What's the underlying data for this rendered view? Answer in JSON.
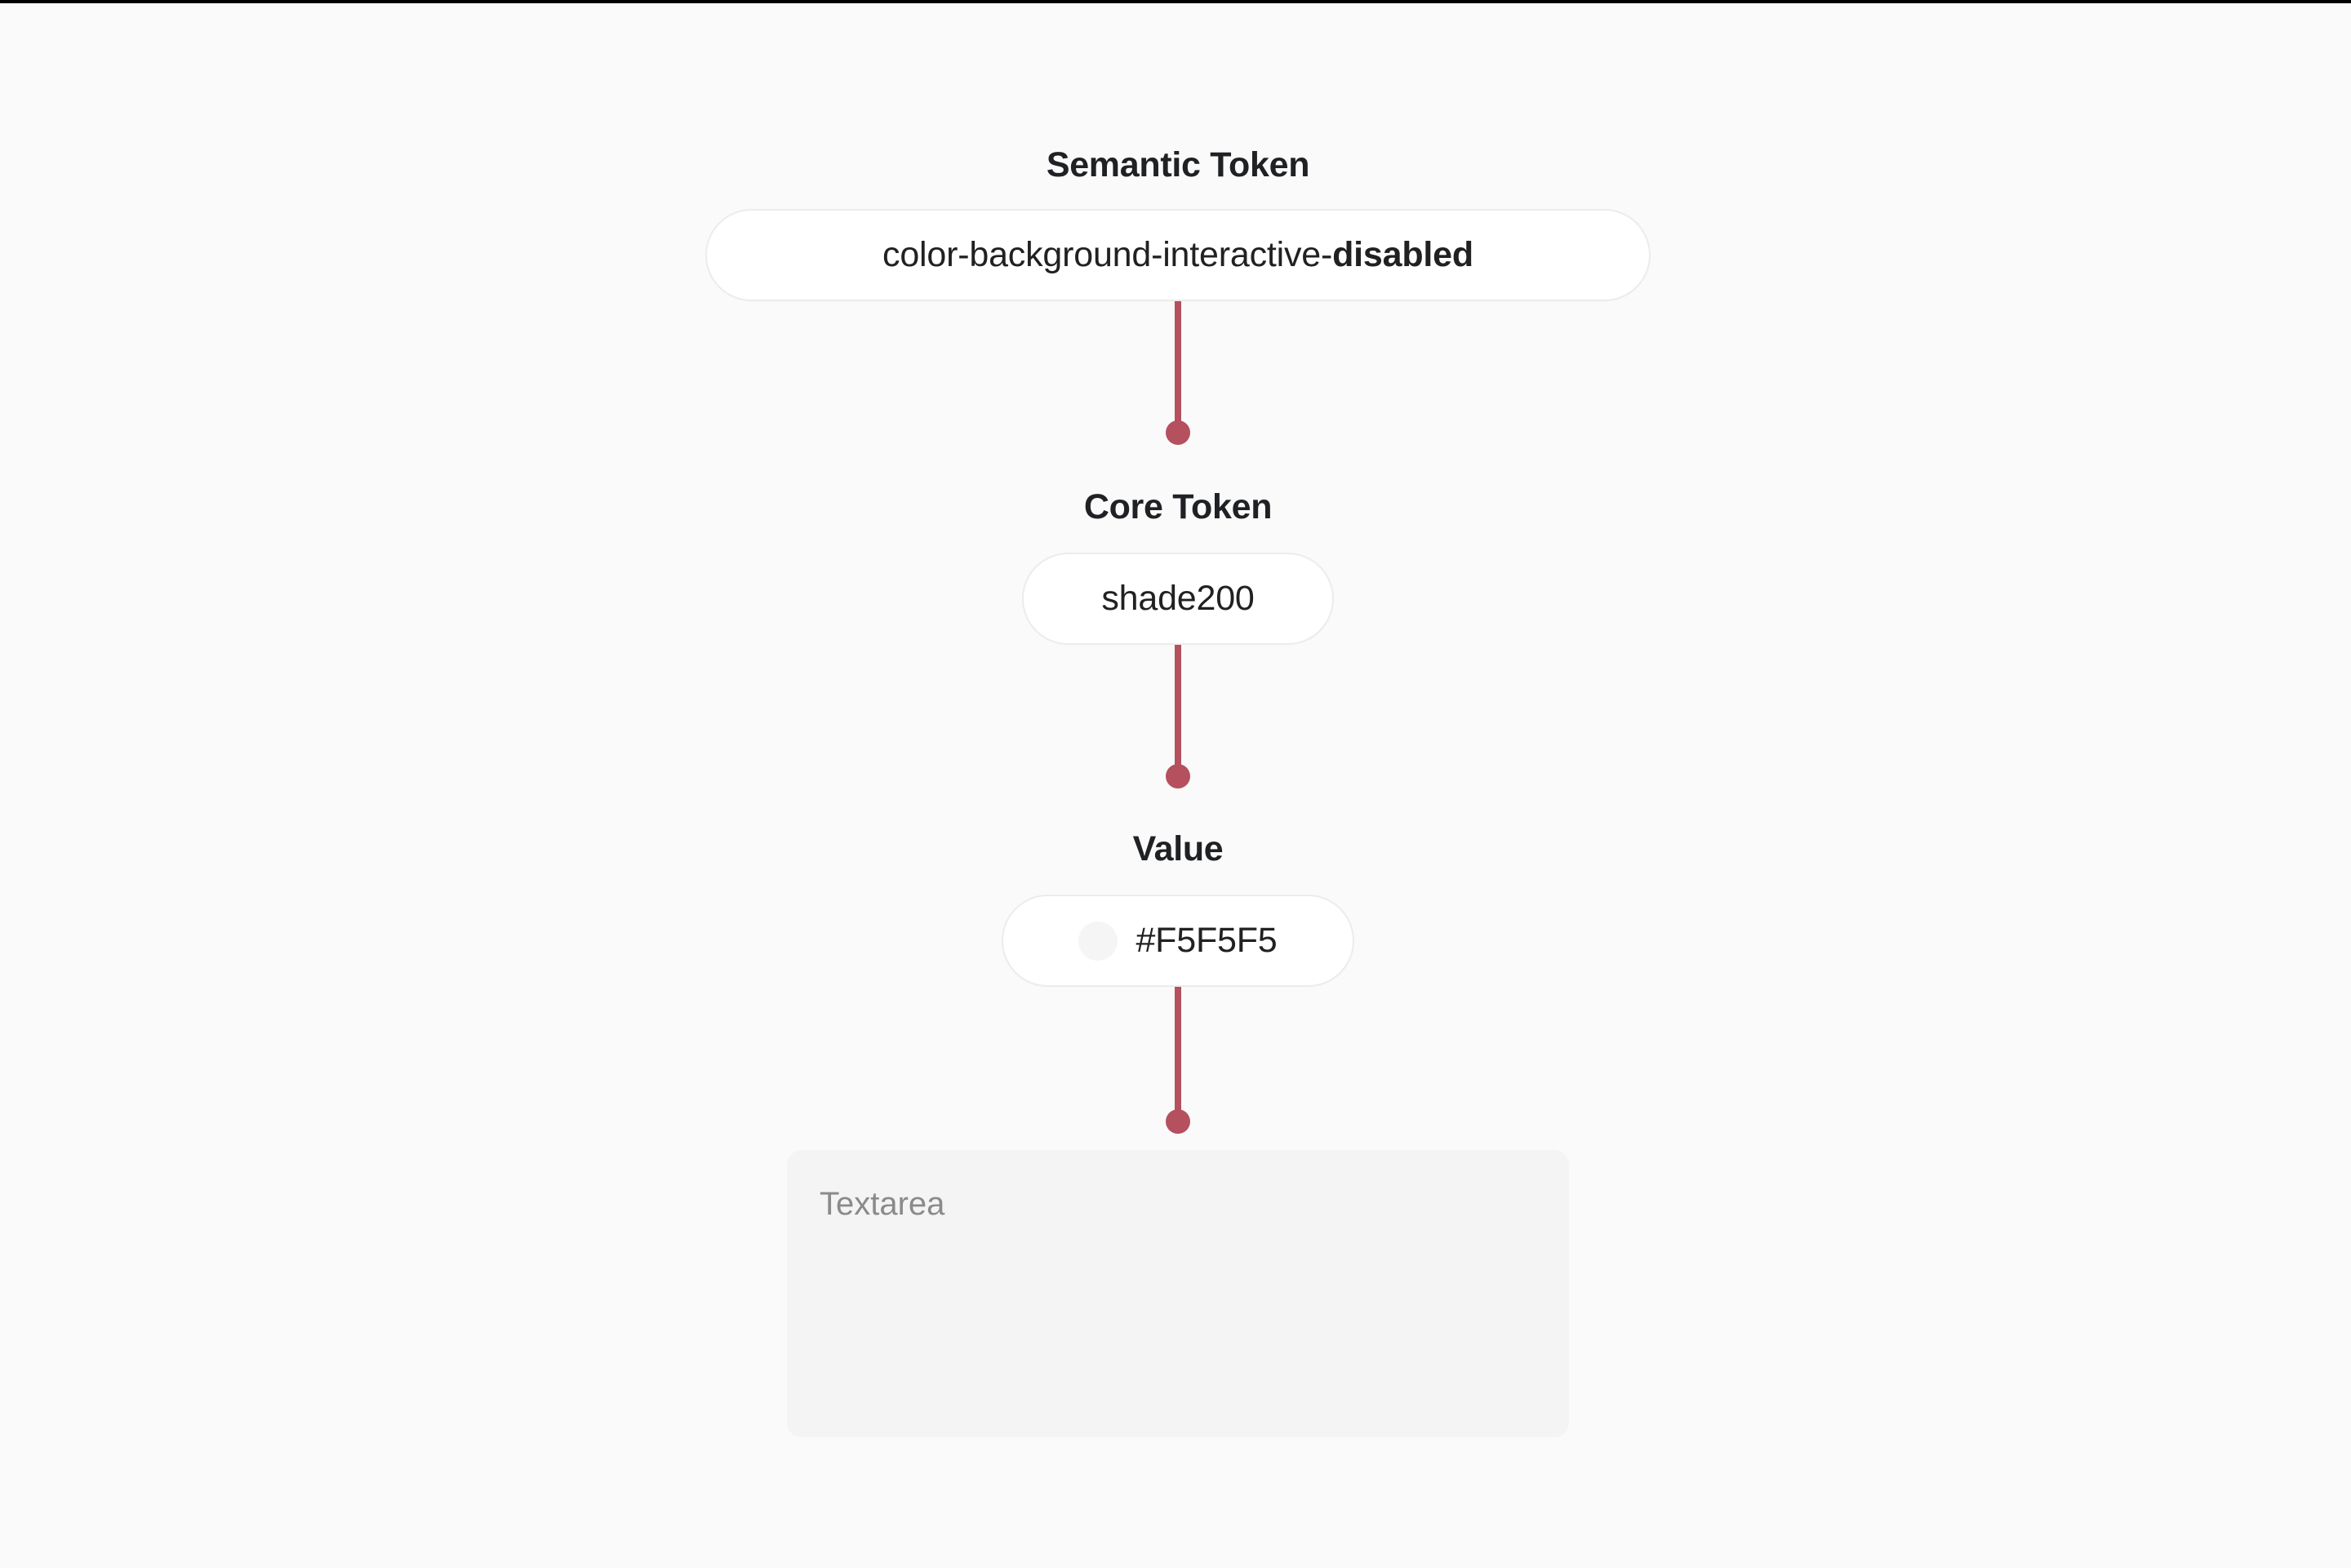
{
  "page": {
    "background_color": "#FAFAFA",
    "top_bar_color": "#000000"
  },
  "flow": {
    "connector_color": "#B5505F",
    "nodes": [
      {
        "heading": "Semantic Token",
        "pill_text_regular": "color-background-interactive-",
        "pill_text_bold": "disabled"
      },
      {
        "heading": "Core Token",
        "pill_text_regular": "shade200",
        "pill_text_bold": ""
      },
      {
        "heading": "Value",
        "pill_text_regular": "#F5F5F5",
        "pill_text_bold": "",
        "swatch_color": "#F5F5F5"
      }
    ]
  },
  "textarea": {
    "placeholder": "Textarea",
    "value": "",
    "background_color": "#F4F4F4"
  }
}
